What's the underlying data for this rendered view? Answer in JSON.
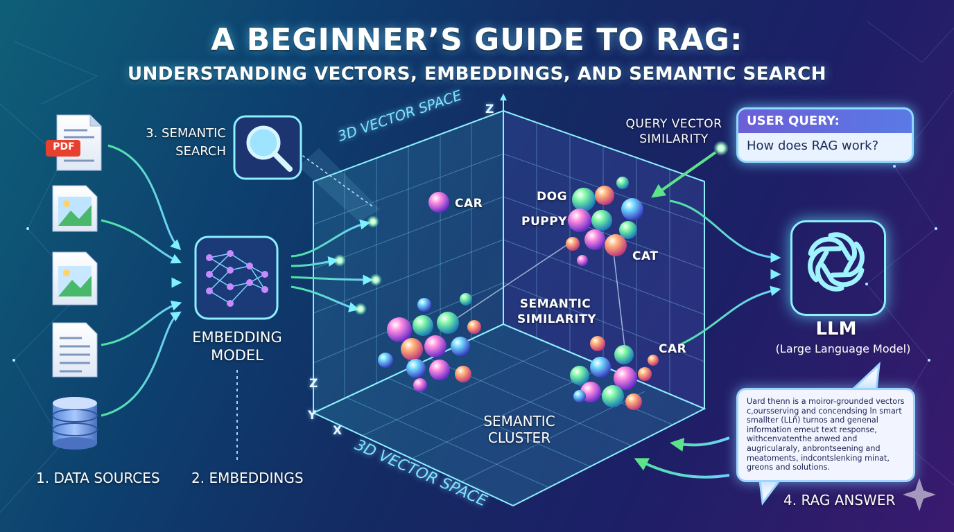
{
  "title": "A BEGINNER’S GUIDE TO RAG:",
  "subtitle": "UNDERSTANDING VECTORS, EMBEDDINGS, AND SEMANTIC SEARCH",
  "steps": {
    "data_sources": "1. DATA SOURCES",
    "embeddings": "2. EMBEDDINGS",
    "semantic_search": "3. SEMANTIC SEARCH",
    "rag_answer": "4. RAG ANSWER"
  },
  "pdf_badge": "PDF",
  "embedding_model": "EMBEDDING MODEL",
  "vector_space_top": "3D VECTOR SPACE",
  "vector_space_bottom": "3D VECTOR SPACE",
  "axes": {
    "z_top": "Z",
    "z": "Z",
    "y": "Y",
    "x": "X"
  },
  "words": {
    "car_top": "CAR",
    "dog": "DOG",
    "puppy": "PUPPY",
    "cat": "CAT",
    "car_right": "CAR"
  },
  "semantic_similarity": "SEMANTIC SIMILARITY",
  "semantic_cluster": "SEMANTIC CLUSTER",
  "query_vector_similarity": "QUERY VECTOR SIMILARITY",
  "user_query": {
    "header": "USER QUERY:",
    "text": "How does RAG work?"
  },
  "llm": {
    "title": "LLM",
    "subtitle": "(Large Language Model)"
  },
  "answer_text": "Uard thenn is a moiror-grounded vectors c,oursserving and concendsing ln smart smallter (LLñ) turnos and genenal information emeut text response, withcenvatenthe anwed and augricularaly, anbrontseening and meatoments, indcontslenking minat, greons and solutions.",
  "colors": {
    "cyan": "#7ff0ff",
    "green": "#5de38a",
    "purple": "#8c5cff"
  }
}
